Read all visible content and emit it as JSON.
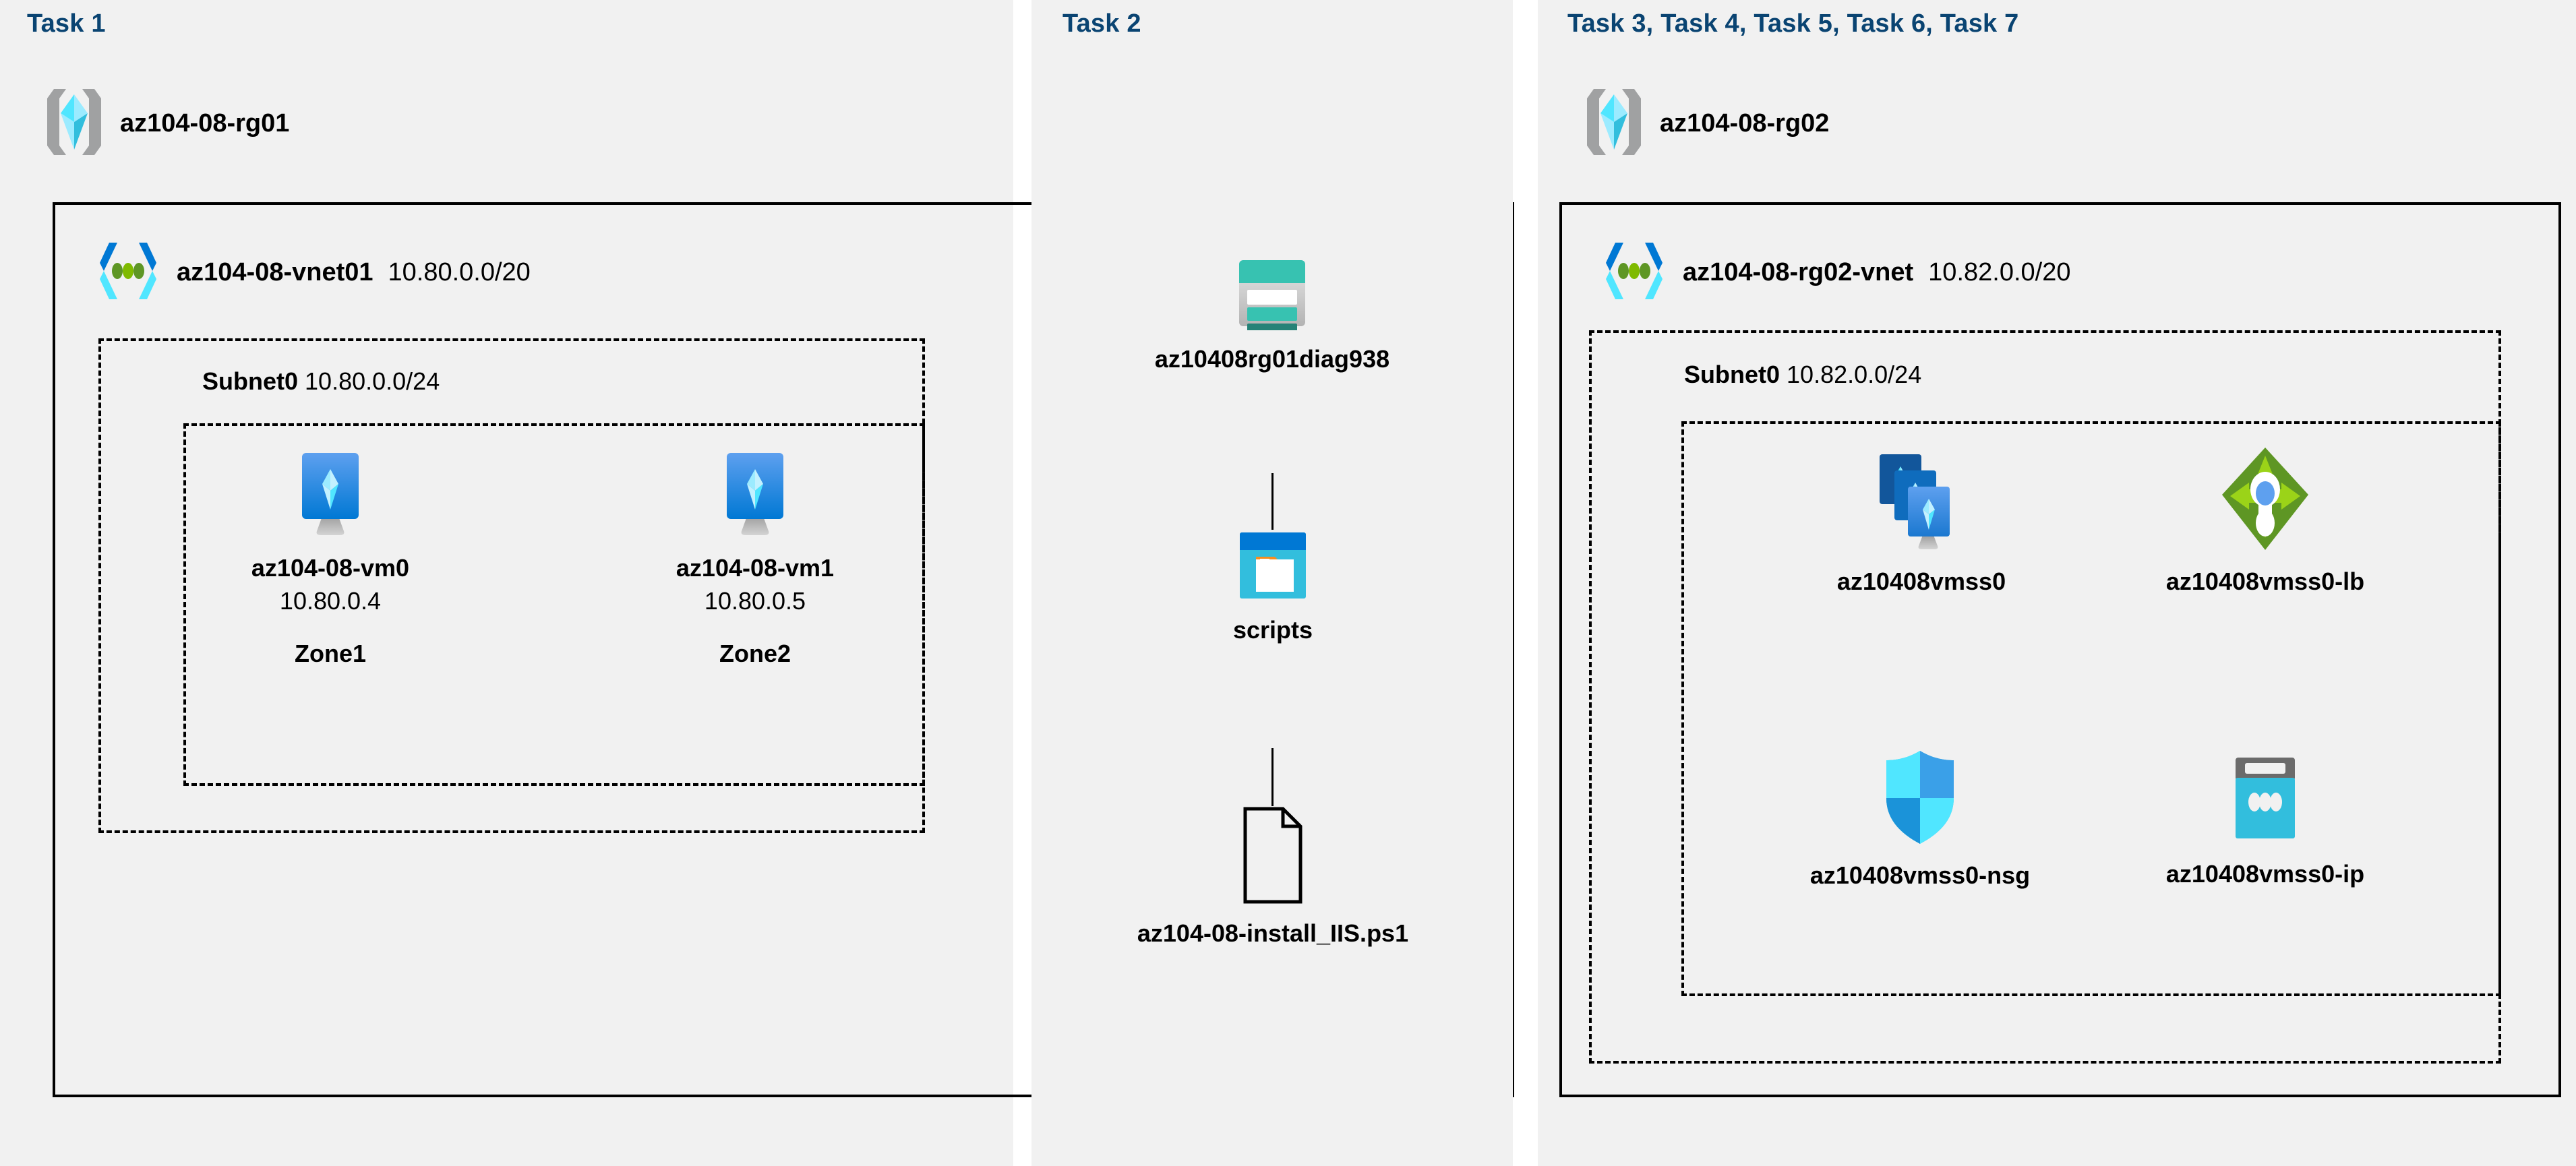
{
  "diagram": {
    "background": "#f1f1f1",
    "task_label_color": "#0a4472",
    "border_color": "#000000"
  },
  "panels": [
    {
      "id": "task1",
      "task_label": "Task 1",
      "resource_group": {
        "icon": "resource-group-icon",
        "name": "az104-08-rg01"
      },
      "vnet": {
        "icon": "virtual-network-icon",
        "name": "az104-08-vnet01",
        "cidr": "10.80.0.0/20"
      },
      "subnet": {
        "name": "Subnet0",
        "cidr": "10.80.0.0/24"
      },
      "vms": [
        {
          "icon": "virtual-machine-icon",
          "name": "az104-08-vm0",
          "ip": "10.80.0.4",
          "zone": "Zone1"
        },
        {
          "icon": "virtual-machine-icon",
          "name": "az104-08-vm1",
          "ip": "10.80.0.5",
          "zone": "Zone2"
        }
      ]
    },
    {
      "id": "task2",
      "task_label": "Task 2",
      "nodes": [
        {
          "icon": "storage-account-icon",
          "name": "az10408rg01diag938"
        },
        {
          "icon": "blob-container-icon",
          "name": "scripts"
        },
        {
          "icon": "file-icon",
          "name": "az104-08-install_IIS.ps1"
        }
      ]
    },
    {
      "id": "task3",
      "task_label": "Task 3, Task 4, Task 5, Task 6, Task 7",
      "resource_group": {
        "icon": "resource-group-icon",
        "name": "az104-08-rg02"
      },
      "vnet": {
        "icon": "virtual-network-icon",
        "name": "az104-08-rg02-vnet",
        "cidr": "10.82.0.0/20"
      },
      "subnet": {
        "name": "Subnet0",
        "cidr": "10.82.0.0/24"
      },
      "resources": [
        {
          "icon": "vm-scale-set-icon",
          "name": "az10408vmss0"
        },
        {
          "icon": "load-balancer-icon",
          "name": "az10408vmss0-lb"
        },
        {
          "icon": "network-security-group-icon",
          "name": "az10408vmss0-nsg"
        },
        {
          "icon": "public-ip-address-icon",
          "name": "az10408vmss0-ip"
        }
      ]
    }
  ],
  "colors": {
    "azure_blue": "#0078d4",
    "azure_light_blue": "#50e6ff",
    "azure_cyan": "#32bedd",
    "storage_teal": "#37c2b1",
    "storage_teal_dark": "#258277",
    "lb_green": "#7fba00",
    "lb_green_dark": "#5e9624",
    "grey": "#a0a1a2",
    "orange": "#f78d1e"
  }
}
